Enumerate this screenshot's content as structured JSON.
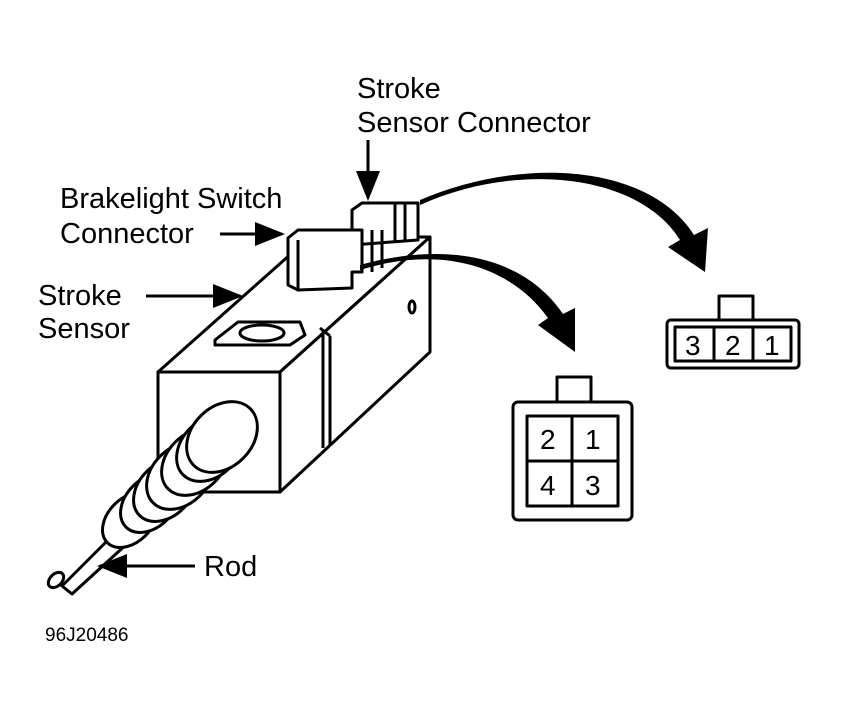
{
  "labels": {
    "stroke_sensor_connector": [
      "Stroke",
      "Sensor Connector"
    ],
    "brakelight_switch_connector": [
      "Brakelight Switch",
      "Connector"
    ],
    "stroke_sensor": [
      "Stroke",
      "Sensor"
    ],
    "rod": "Rod",
    "figure_code": "96J20486"
  },
  "connectors": {
    "three_pin": [
      "3",
      "2",
      "1"
    ],
    "four_pin": [
      "2",
      "1",
      "4",
      "3"
    ]
  }
}
